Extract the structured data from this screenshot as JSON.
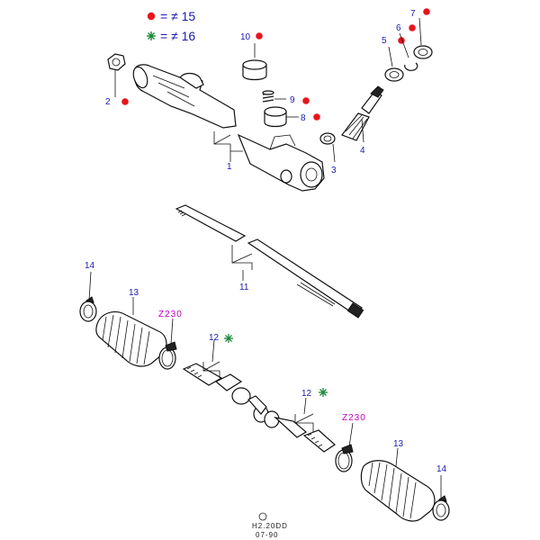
{
  "legend": {
    "red_dot_text": "= ≠ 15",
    "green_star_text": "= ≠ 16",
    "red_color": "#e8141c",
    "green_color": "#1c8a3a",
    "label_color": "#1a1ab0",
    "ref_color": "#c000c0"
  },
  "callouts": {
    "c1": "1",
    "c2": "2",
    "c3": "3",
    "c4": "4",
    "c5": "5",
    "c6": "6",
    "c7": "7",
    "c8": "8",
    "c9": "9",
    "c10": "10",
    "c11": "11",
    "c12a": "12",
    "c12b": "12",
    "c13a": "13",
    "c13b": "13",
    "c14a": "14",
    "c14b": "14",
    "z230a": "Z230",
    "z230b": "Z230"
  },
  "footer": {
    "code": "H2.20DD",
    "date": "07-90"
  }
}
